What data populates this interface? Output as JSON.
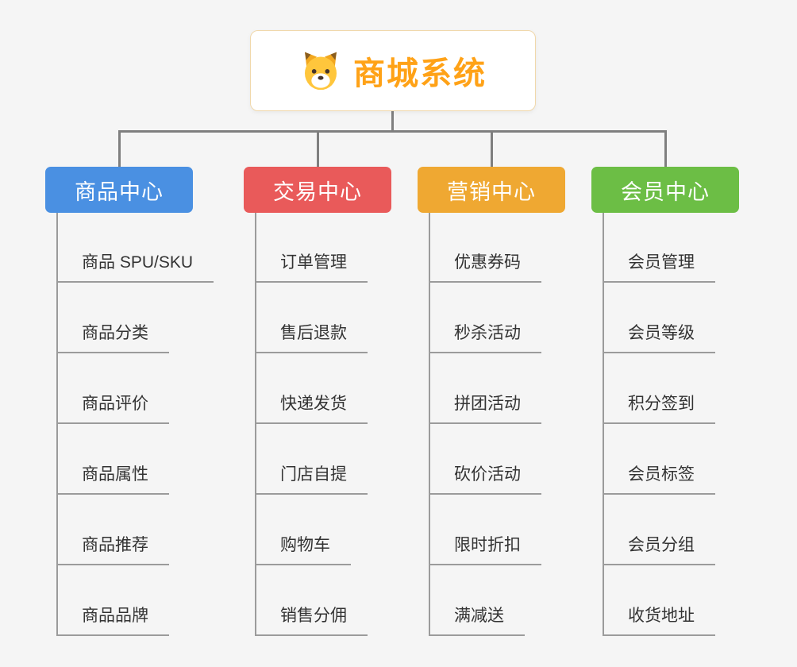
{
  "root": {
    "title": "商城系统",
    "icon": "dog-face-icon"
  },
  "colors": {
    "background": "#f5f5f5",
    "root_text": "#ffa217",
    "root_border": "#f0d8ab",
    "connector": "#7f7f7f",
    "leaf_line": "#9b9b9b",
    "leaf_text": "#333333"
  },
  "branches": [
    {
      "title": "商品中心",
      "color": "#4a90e2",
      "children": [
        "商品 SPU/SKU",
        "商品分类",
        "商品评价",
        "商品属性",
        "商品推荐",
        "商品品牌"
      ]
    },
    {
      "title": "交易中心",
      "color": "#e95a5a",
      "children": [
        "订单管理",
        "售后退款",
        "快递发货",
        "门店自提",
        "购物车",
        "销售分佣"
      ]
    },
    {
      "title": "营销中心",
      "color": "#efa832",
      "children": [
        "优惠券码",
        "秒杀活动",
        "拼团活动",
        "砍价活动",
        "限时折扣",
        "满减送"
      ]
    },
    {
      "title": "会员中心",
      "color": "#6cbe45",
      "children": [
        "会员管理",
        "会员等级",
        "积分签到",
        "会员标签",
        "会员分组",
        "收货地址"
      ]
    }
  ]
}
